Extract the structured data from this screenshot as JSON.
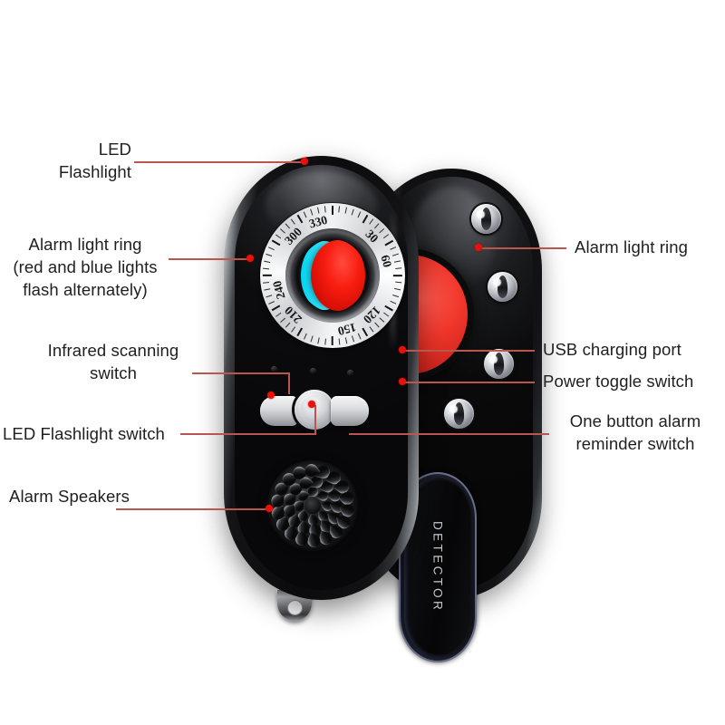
{
  "diagram": {
    "title": "Anti-spy detector annotated product diagram",
    "accent_line_color": "#b9574f",
    "marker_color": "#e8120c",
    "text_color": "#1f1f1f",
    "background_color": "#ffffff"
  },
  "callouts": [
    {
      "id": "led-flashlight",
      "label": "LED\nFlashlight"
    },
    {
      "id": "alarm-light-ring-left",
      "label": "Alarm light ring\n(red and blue lights\nflash alternately)"
    },
    {
      "id": "infrared-scanning",
      "label": "Infrared scanning\nswitch"
    },
    {
      "id": "led-flashlight-switch",
      "label": "LED Flashlight switch"
    },
    {
      "id": "alarm-speakers",
      "label": "Alarm Speakers"
    },
    {
      "id": "alarm-light-ring-right",
      "label": "Alarm light ring"
    },
    {
      "id": "usb-charging-port",
      "label": "USB charging port"
    },
    {
      "id": "power-toggle-switch",
      "label": "Power toggle switch"
    },
    {
      "id": "one-button-alarm",
      "label": "One button alarm\nreminder switch"
    }
  ],
  "device": {
    "rear_unit": {
      "brand_text": "DETECTOR",
      "led_count": 4,
      "alarm_ring_color": "#f0362b",
      "body_color": "#0a0a0c"
    },
    "front_unit": {
      "bezel_numbers": [
        "300",
        "330",
        "30",
        "60",
        "120",
        "150",
        "210",
        "240"
      ],
      "bezel_number_angles": [
        -45,
        -15,
        45,
        75,
        135,
        165,
        225,
        255
      ],
      "lens_colors": {
        "inner": "#f81d10",
        "outer": "#2ee4fb"
      },
      "switch_count": 3,
      "pinhole_count": 3,
      "body_color": "#0b0b0d"
    }
  }
}
